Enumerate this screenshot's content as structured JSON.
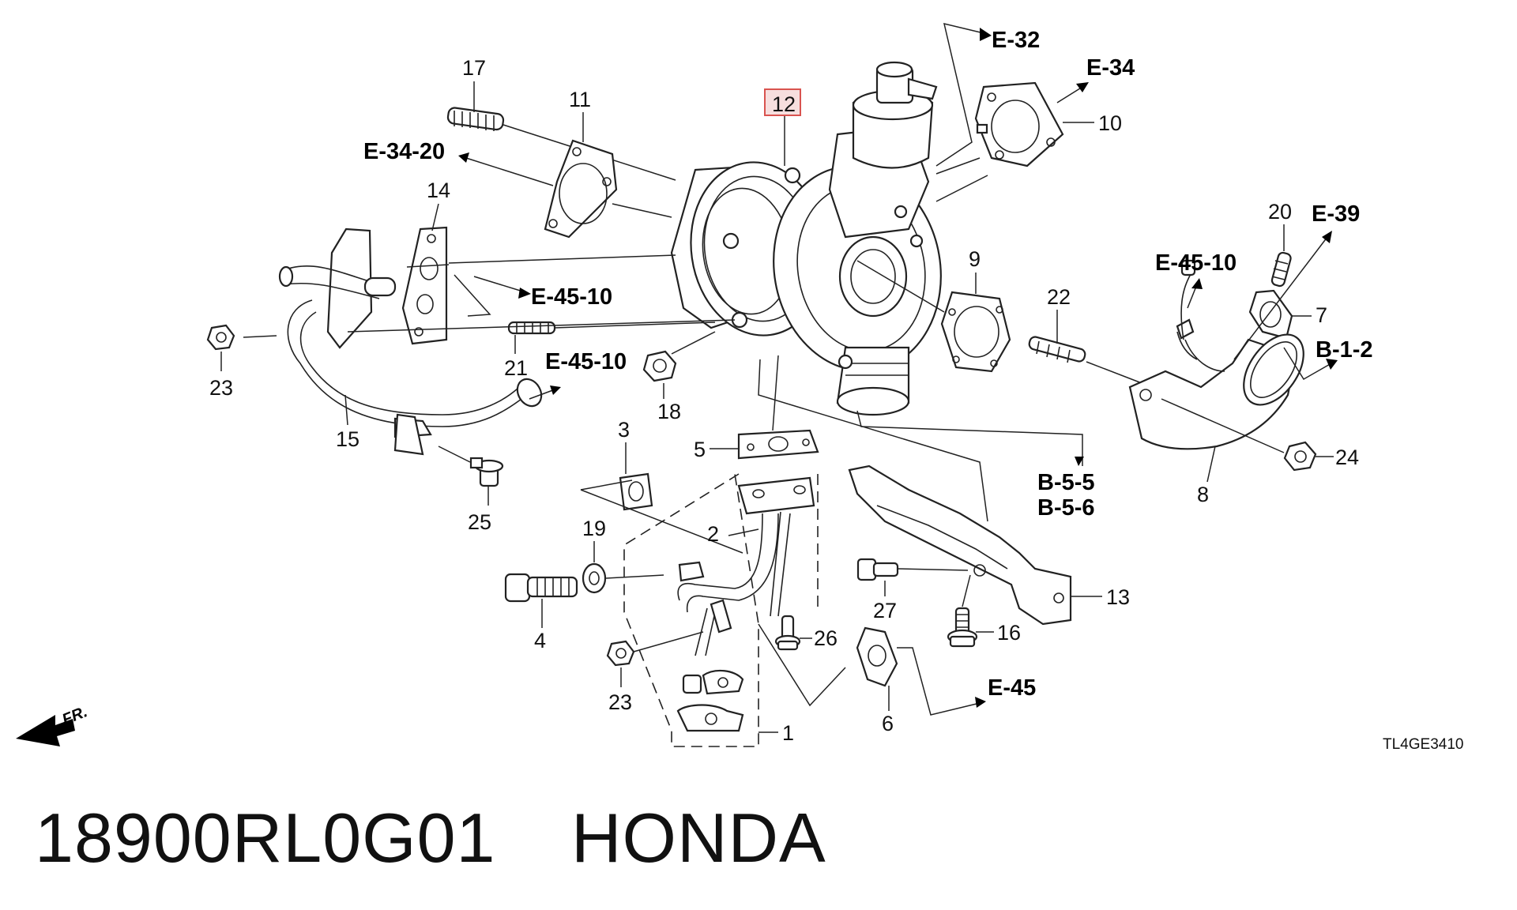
{
  "callouts": {
    "c1": "1",
    "c2": "2",
    "c3": "3",
    "c4": "4",
    "c5": "5",
    "c6": "6",
    "c7": "7",
    "c8": "8",
    "c9": "9",
    "c10": "10",
    "c11": "11",
    "c12": "12",
    "c13": "13",
    "c14": "14",
    "c15": "15",
    "c16": "16",
    "c17": "17",
    "c18": "18",
    "c19": "19",
    "c20": "20",
    "c21": "21",
    "c22": "22",
    "c23a": "23",
    "c23b": "23",
    "c24": "24",
    "c25": "25",
    "c26": "26",
    "c27": "27"
  },
  "references": {
    "e32": "E-32",
    "e34": "E-34",
    "e34_20": "E-34-20",
    "e45_10a": "E-45-10",
    "e45_10b": "E-45-10",
    "e45_10c": "E-45-10",
    "e39": "E-39",
    "b1_2": "B-1-2",
    "b5_5": "B-5-5",
    "b5_6": "B-5-6",
    "e45": "E-45"
  },
  "front_marker": "FR.",
  "diagram_code": "TL4GE3410",
  "footer": {
    "part_number": "18900RL0G01",
    "brand": "HONDA"
  },
  "colors": {
    "highlight_box": "#d9534f",
    "highlight_fill": "#f6dede",
    "line": "#222222"
  }
}
